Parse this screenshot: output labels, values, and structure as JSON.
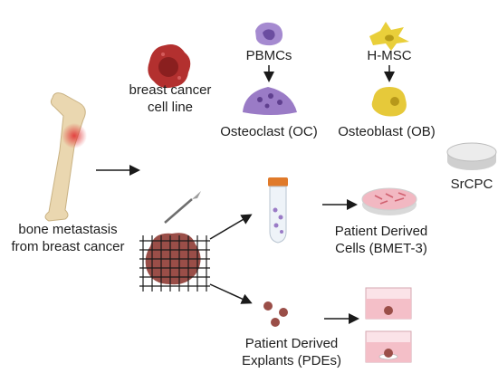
{
  "labels": {
    "cell_line": [
      "breast cancer",
      "cell line"
    ],
    "pbmcs": "PBMCs",
    "hmsc": "H-MSC",
    "osteoclast": "Osteoclast (OC)",
    "osteoblast": "Osteoblast (OB)",
    "srcpc": "SrCPC",
    "metastasis": [
      "bone metastasis",
      "from breast cancer"
    ],
    "pdc": [
      "Patient Derived",
      "Cells (BMET-3)"
    ],
    "pde": [
      "Patient Derived",
      "Explants (PDEs)"
    ]
  },
  "colors": {
    "cancer_red": "#b3302f",
    "pbmc_purple": "#9a7bc6",
    "msc_yellow": "#e9cf3a",
    "bone": "#ead7b0",
    "tumor": "#9a4e48",
    "tube_cap": "#e07a2a",
    "dish_pink": "#f2b8c2"
  }
}
